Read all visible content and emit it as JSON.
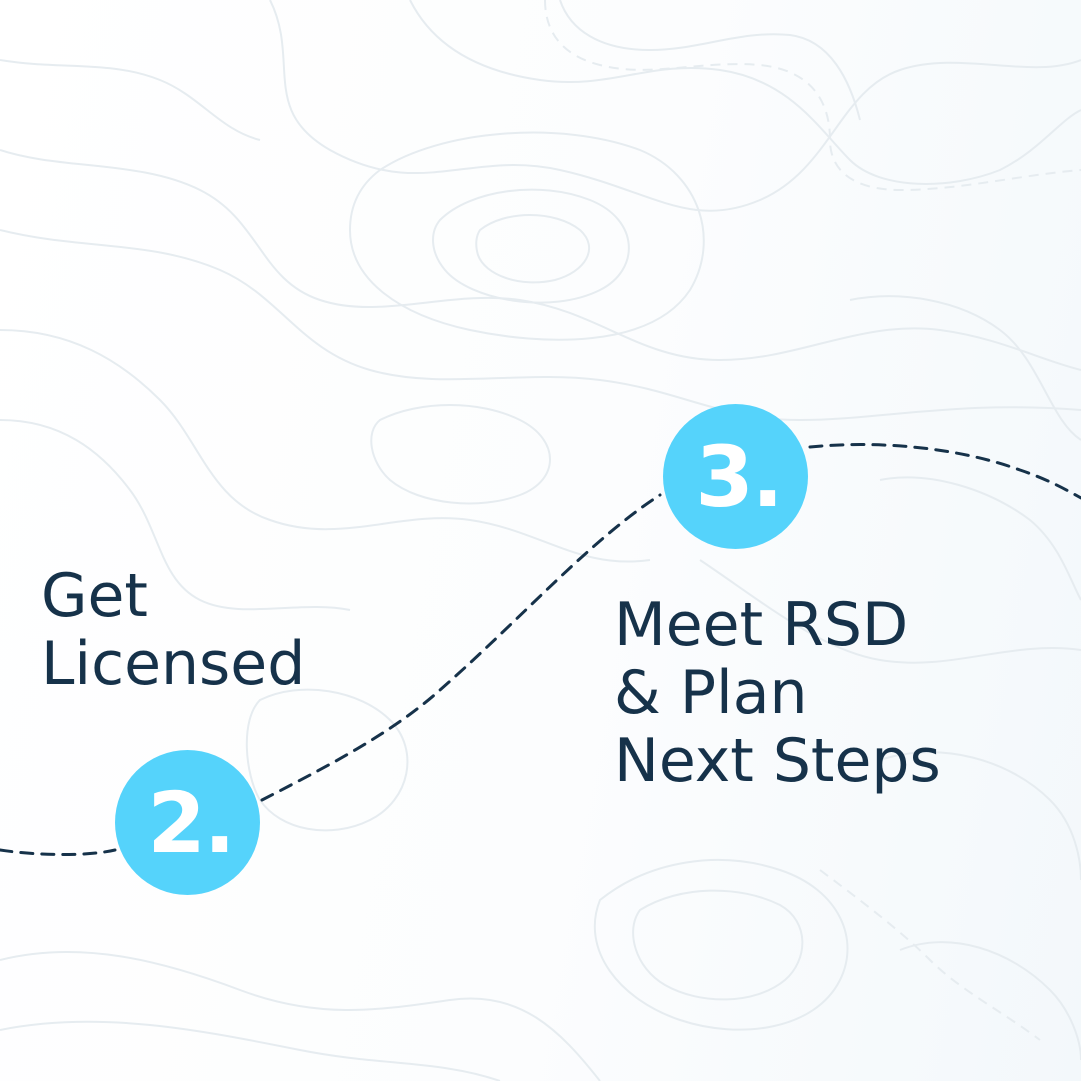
{
  "colors": {
    "accent": "#55d3fb",
    "text": "#16324a",
    "path": "#16324a",
    "contour": "#e6ecf0"
  },
  "steps": [
    {
      "number": "2.",
      "label": "Get\nLicensed"
    },
    {
      "number": "3.",
      "label": "Meet RSD\n& Plan\nNext Steps"
    }
  ]
}
